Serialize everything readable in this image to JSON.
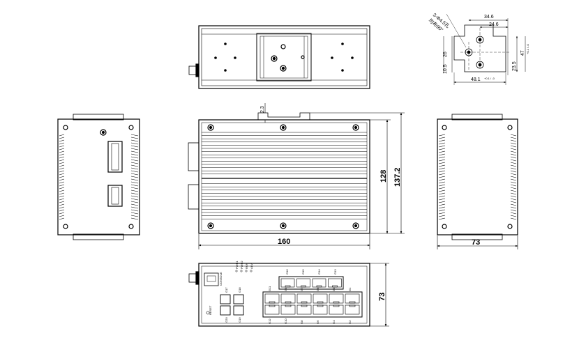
{
  "dimensions": {
    "width": "160",
    "height_inner": "128",
    "height_total": "137.2",
    "depth": "73",
    "depth_front": "73",
    "din_offset": "2.3"
  },
  "mounting_detail": {
    "hole_note": "3-Φ4.5孔",
    "angle_note": "均布90°",
    "dim_34_6": "34.6",
    "dim_24_6": "24.6",
    "dim_26": "26",
    "dim_47": "47",
    "dim_47_tol": "+0.1 / -0",
    "dim_23_5": "23.5",
    "dim_10_5": "10.5",
    "dim_48_1": "48.1",
    "dim_48_1_tol": "+0.1 / -0"
  },
  "front_panel": {
    "console_label": "CONSOLE",
    "reset_label": "RESET",
    "leds": [
      "PWR1",
      "PWR2",
      "RUN",
      "ALM"
    ],
    "sfp_top_labels": [
      "G17",
      "G18"
    ],
    "sfp_bottom_labels": [
      "G20",
      "G19"
    ],
    "top_port_labels": [
      "G16",
      "G15",
      "G14",
      "G13"
    ],
    "bottom_port_labels": [
      "G11",
      "G9",
      "G7",
      "G5",
      "G3",
      "G1"
    ],
    "bottom_port_labels2": [
      "G12",
      "G10",
      "G8",
      "G6",
      "G4",
      "G2"
    ]
  }
}
